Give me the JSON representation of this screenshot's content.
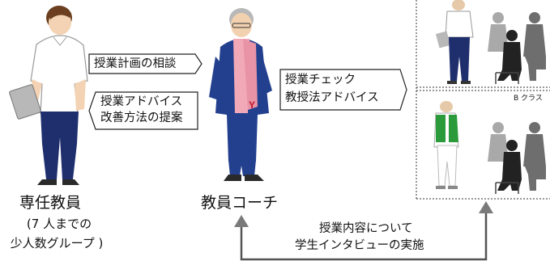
{
  "people": {
    "teacher_title": "専任教員",
    "teacher_subtitle_1": "(7 人までの",
    "teacher_subtitle_2": "少人数グループ )",
    "coach_title": "教員コーチ"
  },
  "arrows": {
    "consult": "授業計画の相談",
    "advice_line1": "授業アドバイス",
    "advice_line2": "改善方法の提案",
    "check_line1": "授業チェック",
    "check_line2": "教授法アドバイス",
    "interview_line1": "授業内容について",
    "interview_line2": "学生インタビューの実施"
  },
  "classes": {
    "b_label": "B クラス"
  },
  "colors": {
    "line": "#222222",
    "arrow_gray": "#7a7a7a",
    "teacher_pants": "#1f2f6e",
    "coach_suit": "#23408f",
    "coach_scarf": "#f2a9b7",
    "green_vest": "#2a9a3a",
    "student_dark": "#222222",
    "student_mid": "#6e6e6e",
    "student_light": "#a9a9a9"
  }
}
